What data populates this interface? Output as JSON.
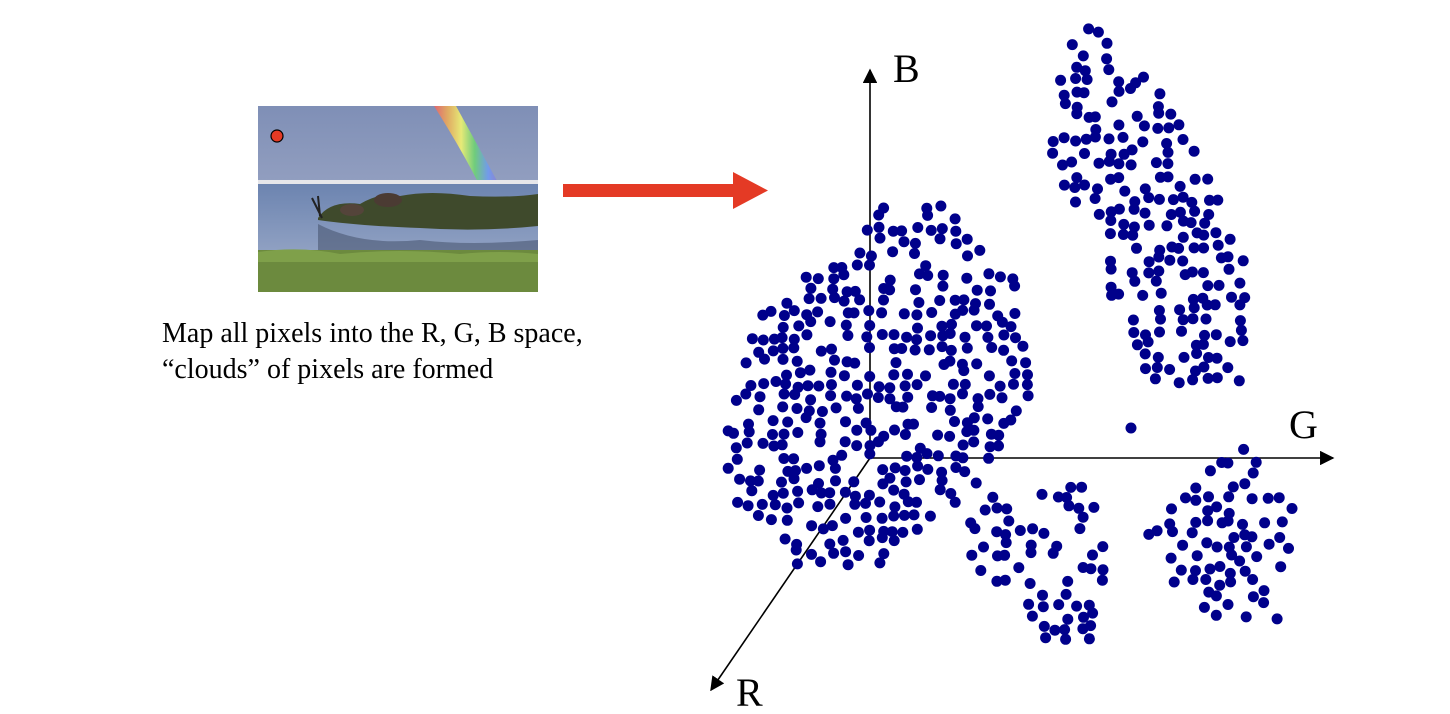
{
  "caption": {
    "line1": "Map all pixels into the R, G, B space,",
    "line2": "“clouds” of pixels are formed"
  },
  "axes": {
    "b": "B",
    "g": "G",
    "r": "R"
  },
  "colors": {
    "dots": "#00008b",
    "arrow": "#e43a25",
    "marker": "#e43a25"
  },
  "icons": {
    "photo": "rainbow-landscape-photo-icon",
    "arrow": "right-arrow-icon"
  }
}
